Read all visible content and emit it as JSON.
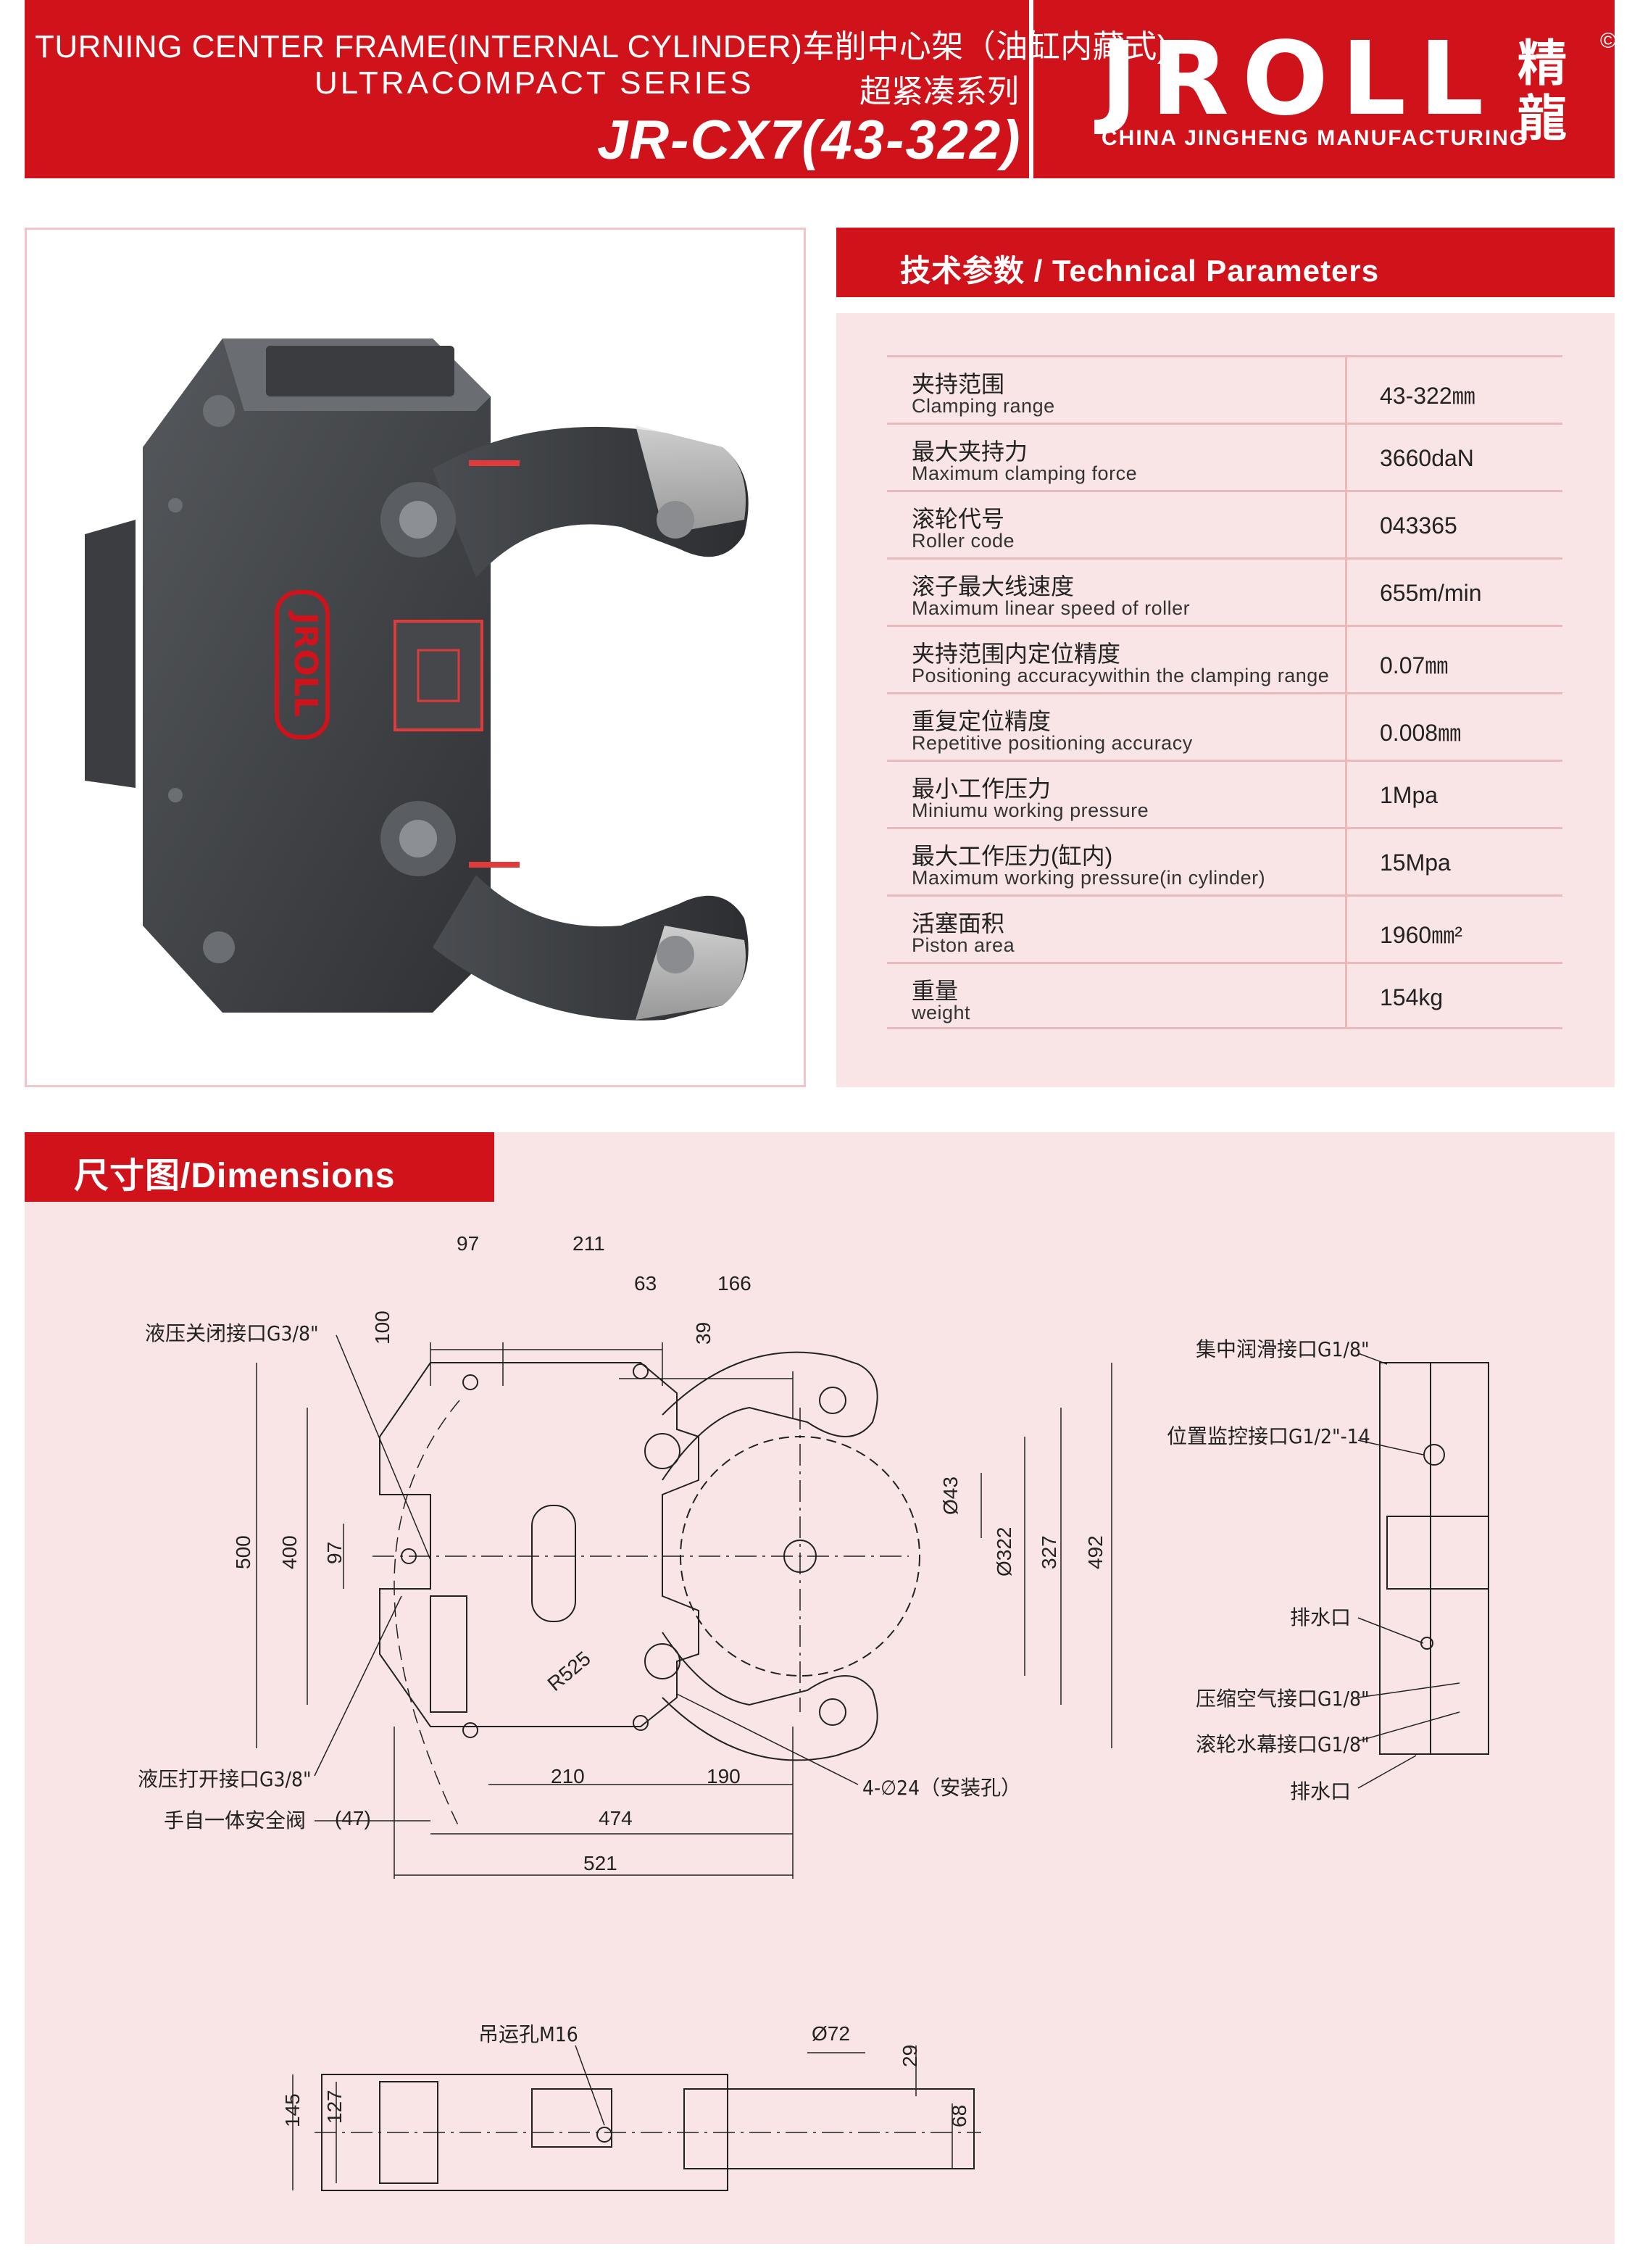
{
  "header": {
    "line1": "TURNING CENTER FRAME(INTERNAL CYLINDER)车削中心架（油缸内藏式)",
    "line2": "ULTRACOMPACT SERIES",
    "line2_cn": "超紧凑系列",
    "model": "JR-CX7(43-322)",
    "brand_logo": "JROLL",
    "brand_sub": "CHINA JINGHENG MANUFACTURING",
    "brand_cn": "精龍",
    "copyright": "©",
    "accent_color": "#d0121b"
  },
  "photo": {
    "body_label": "JROLL"
  },
  "tech": {
    "title": "技术参数 / Technical Parameters",
    "rows": [
      {
        "cn": "夹持范围",
        "en": "Clamping range",
        "value": "43-322㎜"
      },
      {
        "cn": "最大夹持力",
        "en": "Maximum clamping force",
        "value": "3660daN"
      },
      {
        "cn": "滚轮代号",
        "en": "Roller code",
        "value": "043365"
      },
      {
        "cn": "滚子最大线速度",
        "en": "Maximum linear speed of roller",
        "value": "655m/min"
      },
      {
        "cn": "夹持范围内定位精度",
        "en": "Positioning accuracywithin the clamping range",
        "value": "0.07㎜"
      },
      {
        "cn": "重复定位精度",
        "en": "Repetitive positioning accuracy",
        "value": "0.008㎜"
      },
      {
        "cn": "最小工作压力",
        "en": "Miniumu working pressure",
        "value": "1Mpa"
      },
      {
        "cn": "最大工作压力(缸内)",
        "en": "Maximum working pressure(in cylinder)",
        "value": "15Mpa"
      },
      {
        "cn": "活塞面积",
        "en": "Piston area",
        "value": "1960㎜²"
      },
      {
        "cn": "重量",
        "en": "weight",
        "value": "154kg"
      }
    ]
  },
  "dimensions": {
    "title": "尺寸图/Dimensions",
    "labels": {
      "hyd_close": "液压关闭接口G3/8\"",
      "hyd_open": "液压打开接口G3/8\"",
      "safety_valve": "手自一体安全阀",
      "mount_holes": "4-∅24（安装孔）",
      "lube": "集中润滑接口G1/8\"",
      "position": "位置监控接口G1/2\"-14",
      "drain1": "排水口",
      "air": "压缩空气接口G1/8\"",
      "water": "滚轮水幕接口G1/8\"",
      "drain2": "排水口",
      "lift": "吊运孔M16"
    },
    "values": {
      "d97a": "97",
      "d211": "211",
      "d63": "63",
      "d166": "166",
      "d39": "39",
      "d100": "100",
      "d500": "500",
      "d400": "400",
      "d97b": "97",
      "d43": "Ø43",
      "d322": "Ø322",
      "d327": "327",
      "d492": "492",
      "dR525": "R525",
      "d210": "210",
      "d190": "190",
      "d47": "(47)",
      "d474": "474",
      "d521": "521",
      "d72": "Ø72",
      "d29": "29",
      "d145": "145",
      "d127": "127",
      "d68": "68"
    }
  }
}
